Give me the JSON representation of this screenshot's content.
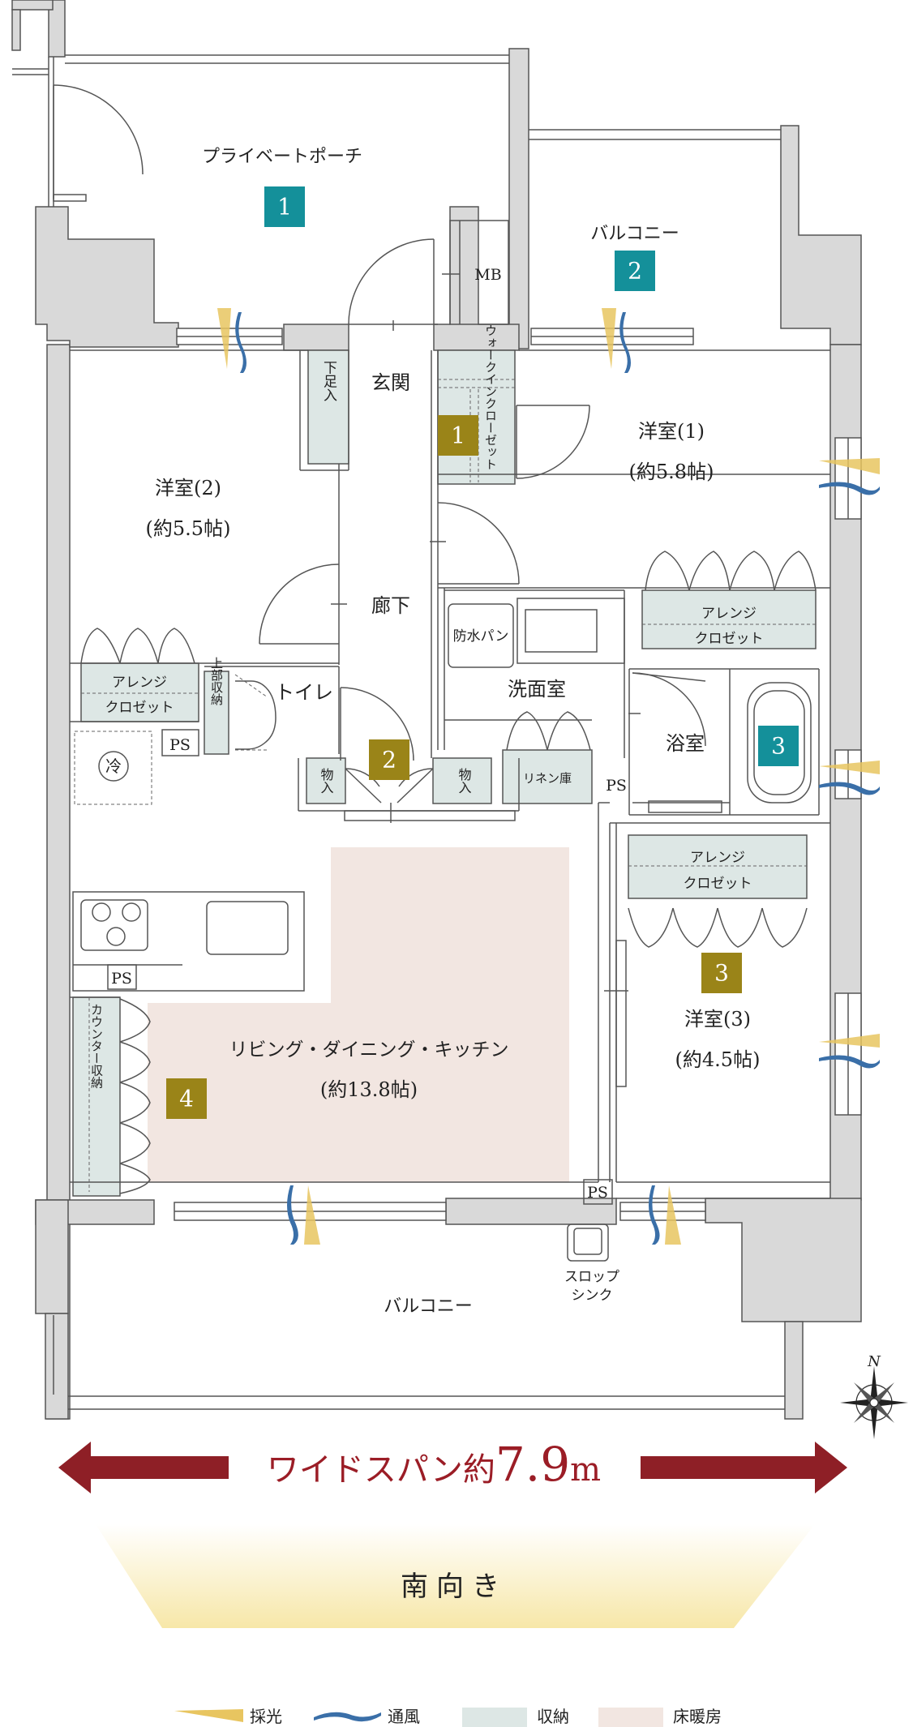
{
  "rooms": {
    "private_porch": "プライベートポーチ",
    "balcony_top": "バルコニー",
    "mb": "MB",
    "genkan": "玄関",
    "shoe_storage": "下足入",
    "walk_in_closet": "ウォークインクローゼット",
    "western1_name": "洋室(1)",
    "western1_size": "(約5.8帖)",
    "western2_name": "洋室(2)",
    "western2_size": "(約5.5帖)",
    "corridor": "廊下",
    "arrange_closet_top": "アレンジ",
    "arrange_closet_bottom": "クロゼット",
    "waterproof_pan": "防水パン",
    "washroom": "洗面室",
    "toilet": "トイレ",
    "upper_storage": "上部収納",
    "storage": "物入",
    "linen": "リネン庫",
    "bathroom": "浴室",
    "ps": "PS",
    "fridge": "冷",
    "ldk_name": "リビング・ダイニング・キッチン",
    "ldk_size": "(約13.8帖)",
    "counter_storage": "カウンター収納",
    "western3_name": "洋室(3)",
    "western3_size": "(約4.5帖)",
    "balcony_bottom": "バルコニー",
    "slop_sink_1": "スロップ",
    "slop_sink_2": "シンク"
  },
  "badges": [
    {
      "num": "1",
      "color": "#14909a"
    },
    {
      "num": "2",
      "color": "#14909a"
    },
    {
      "num": "1",
      "color": "#9a8418"
    },
    {
      "num": "3",
      "color": "#14909a"
    },
    {
      "num": "2",
      "color": "#9a8418"
    },
    {
      "num": "3",
      "color": "#9a8418"
    },
    {
      "num": "4",
      "color": "#9a8418"
    }
  ],
  "span": {
    "prefix": "ワイドスパン約",
    "value": "7.9",
    "unit": "m"
  },
  "orientation": "南向き",
  "compass_letter": "N",
  "legend": {
    "light": "採光",
    "ventilation": "通風",
    "storage": "収納",
    "floor_heating": "床暖房"
  },
  "colors": {
    "wall": "#d9d9d9",
    "storage_fill": "#dde7e5",
    "floor_heating_fill": "#f2e6e1",
    "teal_badge": "#14909a",
    "gold_badge": "#9a8418",
    "arrow_red": "#8e1f26",
    "light_yellow": "#e8c560",
    "vent_blue": "#3a6fa8"
  }
}
